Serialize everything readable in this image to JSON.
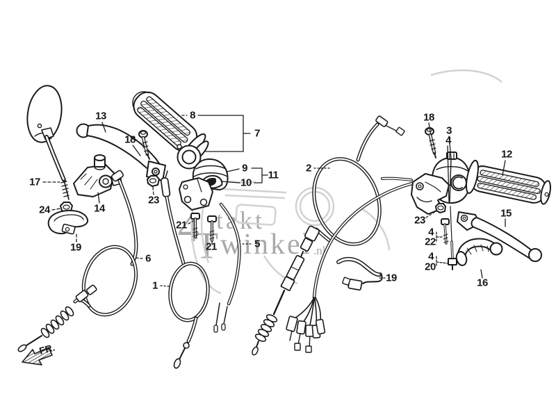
{
  "fr_label": "FR.",
  "watermark": {
    "big4": "4",
    "word1": "takt",
    "bigT": "T",
    "word2": "winkel",
    "tld": ".nl"
  },
  "colors": {
    "line": "#1a1a1a",
    "watermark_text": "#9b9b9b",
    "watermark_art": "#d2d2d2",
    "background": "#ffffff"
  },
  "callouts": [
    {
      "text": "13"
    },
    {
      "text": "8"
    },
    {
      "text": "18"
    },
    {
      "text": "7"
    },
    {
      "text": "17"
    },
    {
      "text": "14"
    },
    {
      "text": "24"
    },
    {
      "text": "19"
    },
    {
      "text": "23"
    },
    {
      "text": "9"
    },
    {
      "text": "10"
    },
    {
      "text": "11"
    },
    {
      "text": "21"
    },
    {
      "text": "21"
    },
    {
      "text": "6"
    },
    {
      "text": "1"
    },
    {
      "text": "5"
    },
    {
      "text": "2"
    },
    {
      "text": "19"
    },
    {
      "text": "18"
    },
    {
      "text": "3"
    },
    {
      "text": "4"
    },
    {
      "text": "12"
    },
    {
      "text": "23"
    },
    {
      "text": "4"
    },
    {
      "text": "22"
    },
    {
      "text": "4"
    },
    {
      "text": "20"
    },
    {
      "text": "15"
    },
    {
      "text": "16"
    }
  ]
}
